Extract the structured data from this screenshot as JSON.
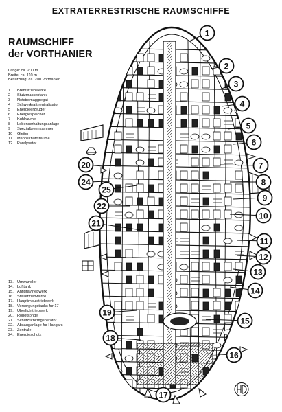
{
  "page_title": "EXTRATERRESTRISCHE RAUMSCHIFFE",
  "ship_title": {
    "line1": "RAUMSCHIFF",
    "line2": "der VORTHANIER"
  },
  "specs": [
    "Länge: ca. 200 m",
    "Breite: ca. 110 m",
    "Besatzung: ca. 200 Vorthanier"
  ],
  "legend_part1": [
    {
      "num": "1",
      "label": "Bremstriebwerke"
    },
    {
      "num": "2",
      "label": "Stutzmassentank"
    },
    {
      "num": "3",
      "label": "Notstromaggregat"
    },
    {
      "num": "4",
      "label": "Schwerkraftneutralisator"
    },
    {
      "num": "5",
      "label": "Energieerzeuger"
    },
    {
      "num": "6",
      "label": "Energiespeicher"
    },
    {
      "num": "7",
      "label": "Kuhlraume"
    },
    {
      "num": "8",
      "label": "Lebenserhaltungsanlage"
    },
    {
      "num": "9",
      "label": "Spezialbrennkammer"
    },
    {
      "num": "10",
      "label": "Gleiter"
    },
    {
      "num": "11",
      "label": "Mannschaftsraume"
    },
    {
      "num": "12",
      "label": "Paralysator"
    }
  ],
  "legend_part2": [
    {
      "num": "13.",
      "label": "Umwandler"
    },
    {
      "num": "14.",
      "label": "Lufttank"
    },
    {
      "num": "15.",
      "label": "Antigravtriebwerk"
    },
    {
      "num": "16.",
      "label": "Steuertriebwerke"
    },
    {
      "num": "17.",
      "label": "Hauptimpulstriebwerk"
    },
    {
      "num": "18.",
      "label": "Versorgungstanks fur 17"
    },
    {
      "num": "19.",
      "label": "Uberlichttriebwerk"
    },
    {
      "num": "20.",
      "label": "Robotsonde"
    },
    {
      "num": "21.",
      "label": "Schutzschirmgenerator"
    },
    {
      "num": "22.",
      "label": "Absauganlage fur Hangars"
    },
    {
      "num": "23.",
      "label": "Zentrale"
    },
    {
      "num": "24.",
      "label": "Energieschutz"
    }
  ],
  "callouts": [
    "1",
    "2",
    "3",
    "4",
    "5",
    "6",
    "7",
    "8",
    "9",
    "10",
    "11",
    "12",
    "13",
    "14",
    "15",
    "16",
    "17",
    "18",
    "19",
    "20",
    "21",
    "22",
    "24",
    "25"
  ],
  "signature_mark": "HD"
}
